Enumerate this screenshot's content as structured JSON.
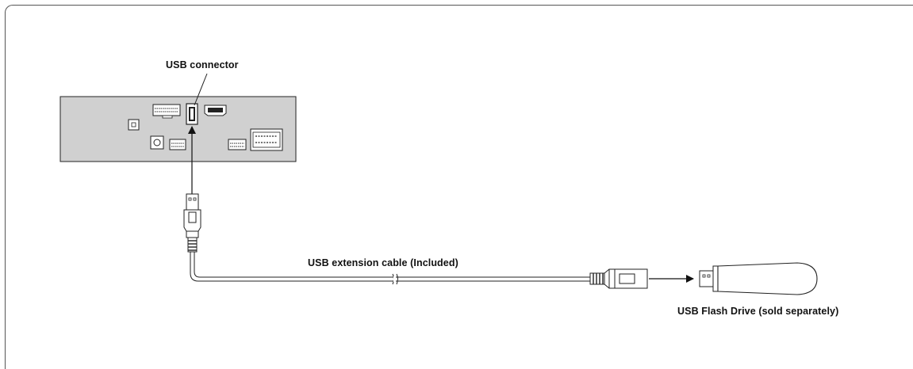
{
  "labels": {
    "usb_connector": "USB connector",
    "extension_cable": "USB extension cable (Included)",
    "flash_drive": "USB Flash Drive (sold separately)"
  },
  "colors": {
    "head_unit_fill": "#d0d0d0",
    "outline": "#222222",
    "frame": "#555555"
  }
}
